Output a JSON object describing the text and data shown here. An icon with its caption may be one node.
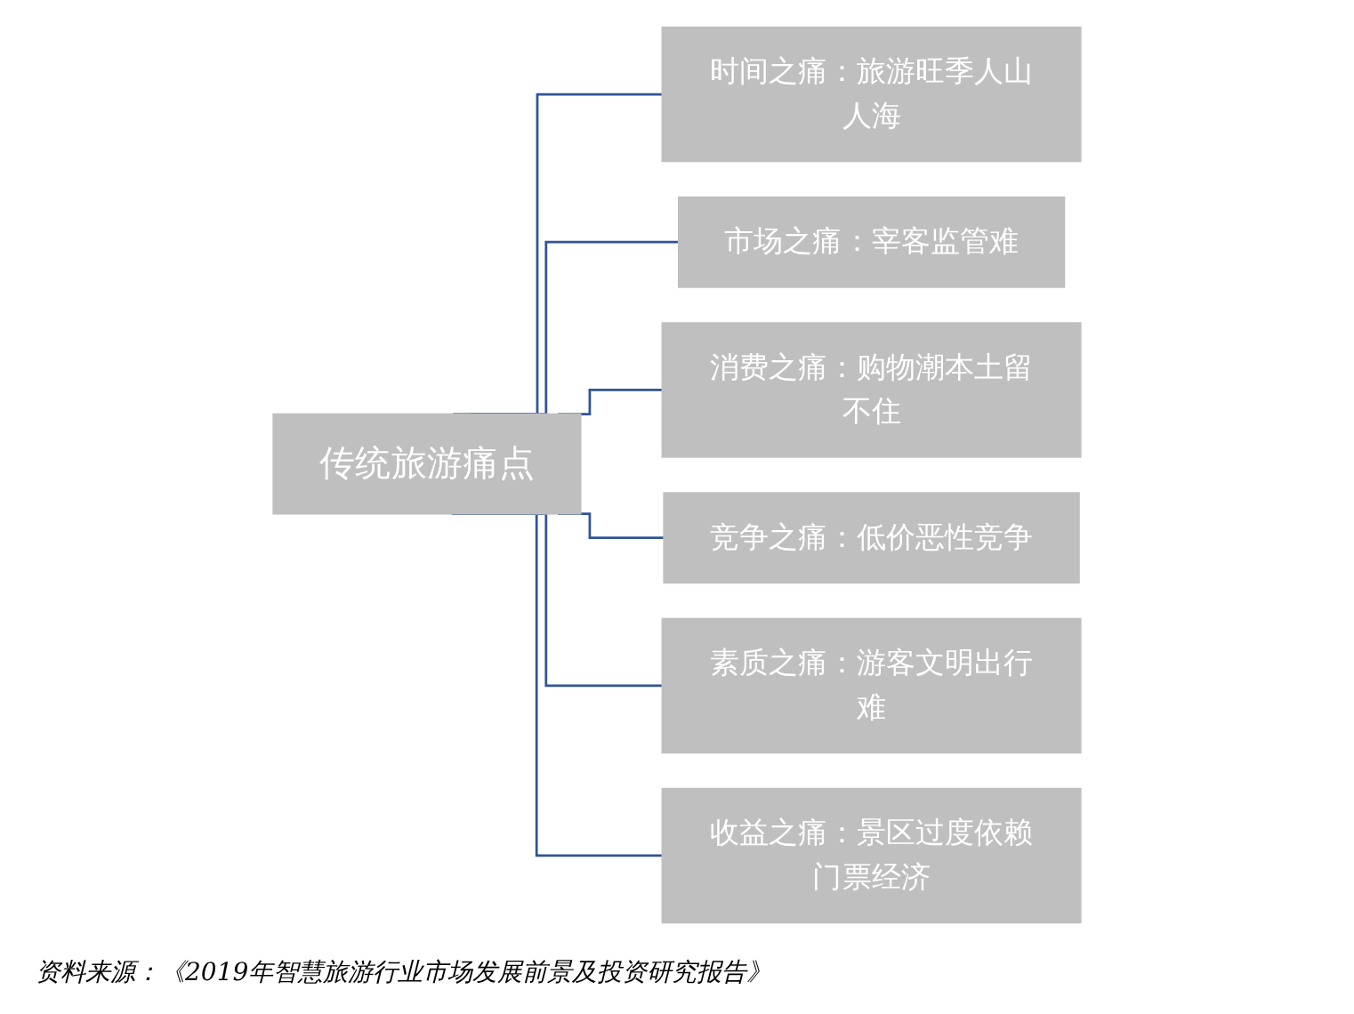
{
  "diagram": {
    "caption": "资料来源：《2019年智慧旅游行业市场发展前景及投资研究报告》",
    "nodes": [
      {
        "text": [
          "传统旅游痛点"
        ]
      },
      {
        "text": [
          "时间之痛：旅游旺季人山人海"
        ]
      },
      {
        "text": [
          "市场之痛：宰客监管难"
        ]
      },
      {
        "text": [
          "消费之痛：购物潮本土留不住"
        ]
      },
      {
        "text": [
          "竞争之痛：低价恶性竞争"
        ]
      },
      {
        "text": [
          "素质之痛：游客文明出行难"
        ]
      },
      {
        "text": [
          "收益之痛：景区过度依赖门票经济"
        ]
      }
    ],
    "edges": [
      {
        "from": 0,
        "to": 1,
        "arrow": "none"
      },
      {
        "from": 0,
        "to": 2,
        "arrow": "none"
      },
      {
        "from": 0,
        "to": 3,
        "arrow": "none"
      },
      {
        "from": 0,
        "to": 4,
        "arrow": "none"
      },
      {
        "from": 0,
        "to": 5,
        "arrow": "none"
      },
      {
        "from": 0,
        "to": 6,
        "arrow": "none"
      }
    ]
  }
}
